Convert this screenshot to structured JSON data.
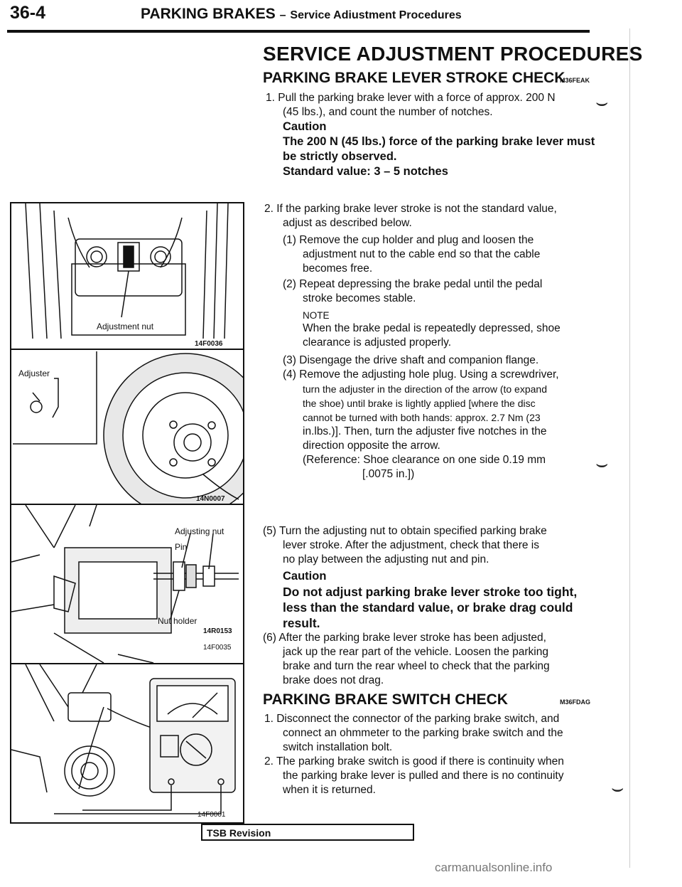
{
  "header": {
    "page_number": "36-4",
    "section": "PARKING BRAKES",
    "dash": "–",
    "subsection": "Service Adiustment Procedures"
  },
  "title": "SERVICE ADJUSTMENT PROCEDURES",
  "lever_check": {
    "heading": "PARKING BRAKE LEVER STROKE CHECK",
    "code": "M36FEAK",
    "step1_a": "1. Pull the parking brake lever with a force of approx. 200 N",
    "step1_b": "(45 lbs.), and count the number of notches.",
    "caution_label": "Caution",
    "caution_text_a": "The 200 N (45 lbs.) force of the parking brake lever must",
    "caution_text_b": "be strictly observed.",
    "standard_value": "Standard value: 3 – 5 notches",
    "step2_a": "2. If the parking brake lever stroke is not the standard value,",
    "step2_b": "adjust as described below.",
    "sub1_a": "(1) Remove the cup holder and plug and loosen the",
    "sub1_b": "adjustment nut to the cable end so that the cable",
    "sub1_c": "becomes free.",
    "sub2_a": "(2) Repeat depressing the brake pedal until the pedal",
    "sub2_b": "stroke becomes stable.",
    "note_label": "NOTE",
    "note_a": "When the brake pedal is repeatedly depressed, shoe",
    "note_b": "clearance is adjusted properly.",
    "sub3": "(3) Disengage the drive shaft and companion flange.",
    "sub4_a": "(4) Remove the adjusting hole plug. Using a screwdriver,",
    "sub4_b": "turn the adjuster in the direction of the arrow (to expand",
    "sub4_c": "the shoe) until brake is lightly applied [where the disc",
    "sub4_d": "cannot be turned with both hands: approx. 2.7 Nm (23",
    "sub4_e": "in.lbs.)]. Then, turn the adjuster five notches in the",
    "sub4_f": "direction opposite the arrow.",
    "sub4_g": "(Reference: Shoe clearance on one side 0.19 mm",
    "sub4_h": "[.0075 in.])",
    "sub5_a": "(5) Turn the adjusting nut to obtain specified parking brake",
    "sub5_b": "lever stroke. After the adjustment, check that there is",
    "sub5_c": "no play between the adjusting nut and pin.",
    "caution2_label": "Caution",
    "caution2_a": "Do not adjust parking brake lever stroke too tight,",
    "caution2_b": "less than the standard value, or brake drag could",
    "caution2_c": "result.",
    "sub6_a": "(6) After the parking brake lever stroke has been adjusted,",
    "sub6_b": "jack up the rear part of the vehicle. Loosen the parking",
    "sub6_c": "brake and turn the rear wheel to check that the parking",
    "sub6_d": "brake does not drag."
  },
  "switch_check": {
    "heading": "PARKING BRAKE SWITCH CHECK",
    "code": "M36FDAG",
    "step1_a": "1. Disconnect the connector of the parking brake switch, and",
    "step1_b": "connect an ohmmeter to the parking brake switch and the",
    "step1_c": "switch installation bolt.",
    "step2_a": "2. The parking brake switch is good if there is continuity when",
    "step2_b": "the parking brake lever is pulled and there is no continuity",
    "step2_c": "when it is returned."
  },
  "figures": {
    "fig1": {
      "label": "Adjustment nut",
      "code": "14F0036"
    },
    "fig2": {
      "label": "Adjuster",
      "code": "14N0007"
    },
    "fig3": {
      "label_nut": "Adjusting nut",
      "label_pin": "Pin",
      "label_holder": "Nut holder",
      "code_a": "14R0153",
      "code_b": "14F0035"
    },
    "fig4": {
      "code": "14F0001"
    }
  },
  "footer": {
    "tsb": "TSB Revision",
    "watermark": "carmanualsonline.info"
  }
}
